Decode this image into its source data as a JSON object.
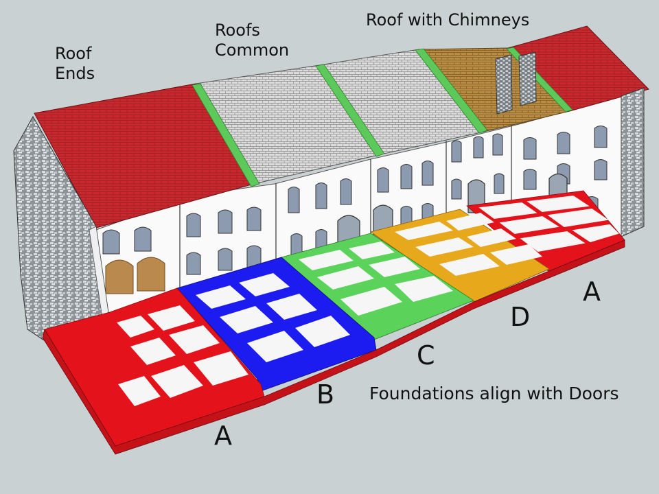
{
  "labels": {
    "roof_ends_line1": "Roof",
    "roof_ends_line2": "Ends",
    "roofs_common_line1": "Roofs",
    "roofs_common_line2": "Common",
    "roof_chimneys": "Roof with Chimneys",
    "foundations_note": "Foundations align with Doors",
    "section_a_front": "A",
    "section_b": "B",
    "section_c": "C",
    "section_d": "D",
    "section_a_back": "A"
  },
  "colors": {
    "background": "#c9d1d3",
    "roof_red": "#c8292e",
    "roof_grey": "#d9d9d9",
    "roof_brown": "#b58a3e",
    "ridge_green": "#5ec95b",
    "foundation_red": "#e3121b",
    "foundation_blue": "#1c1cf0",
    "foundation_green": "#5bd35b",
    "foundation_orange": "#e8a81c",
    "wall_white": "#fafafa",
    "stone_end": "#7e868a",
    "window_glass": "#8b9aae",
    "arch_brown": "#b9894d"
  },
  "icons": [
    "chimney-icon",
    "window-icon",
    "door-icon"
  ]
}
